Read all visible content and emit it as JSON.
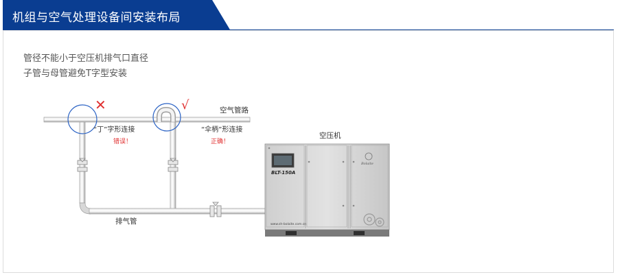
{
  "header": {
    "title": "机组与空气处理设备间安装布局"
  },
  "notes": [
    "管径不能小于空压机排气口直径",
    "子管与母管避免T字型安装"
  ],
  "diagram": {
    "main_pipe_label": "空气管路",
    "wrong_joint_label": "“丁”字形连接",
    "wrong_verdict": "错误！",
    "right_joint_label": "“伞柄”形连接",
    "right_verdict": "正确！",
    "wrong_mark": "✕",
    "right_mark": "√",
    "compressor_label": "空压机",
    "exhaust_label": "排气管",
    "model": "BLT-150A",
    "brand": "Bolaite",
    "website": "www.sh-bolaite.com.cn",
    "colors": {
      "header": "#0a3d91",
      "circle": "#2a62c4",
      "wrong": "#e03030",
      "pipe": "#bfbfbf",
      "cabinet": "#d4d4d4",
      "base": "#7a7a7a"
    }
  }
}
